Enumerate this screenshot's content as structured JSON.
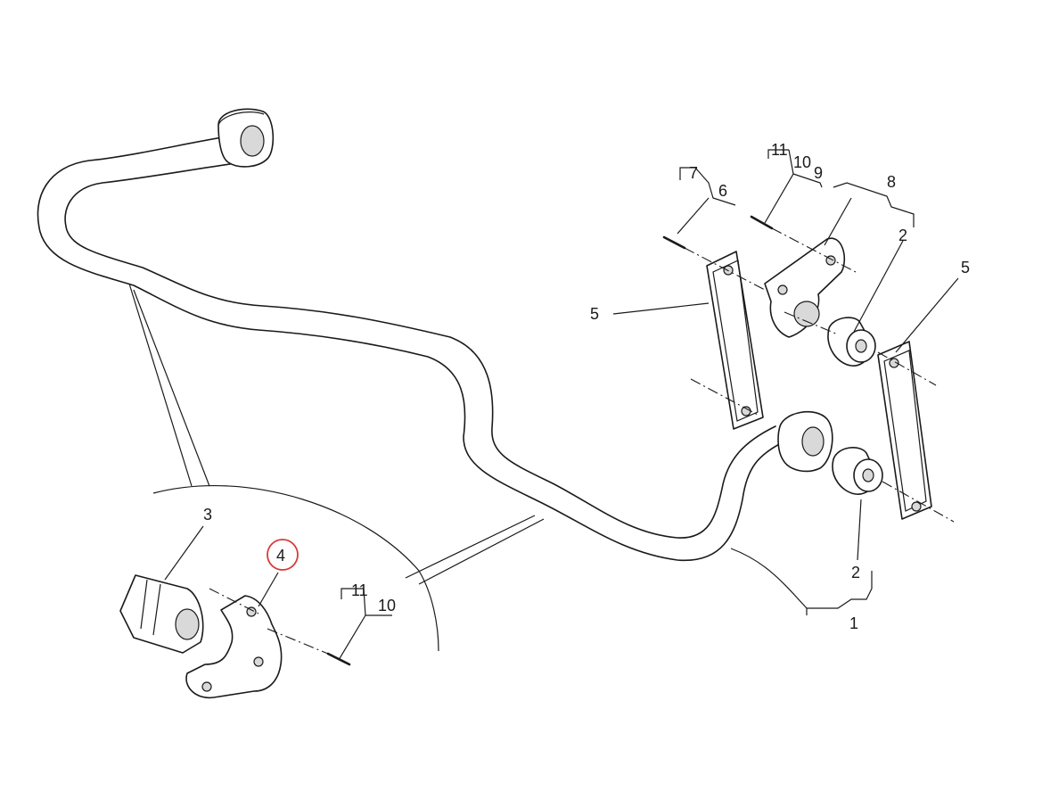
{
  "labels": {
    "l1": "1",
    "l2a": "2",
    "l2b": "2",
    "l3": "3",
    "l4": "4",
    "l5a": "5",
    "l5b": "5",
    "l6": "6",
    "l7": "7",
    "l8": "8",
    "l9": "9",
    "l10a": "10",
    "l10b": "10",
    "l11a": "11",
    "l11b": "11"
  },
  "highlight": {
    "item": "4",
    "color": "#d63b3b"
  },
  "colors": {
    "line": "#1a1a1a",
    "background": "#ffffff"
  }
}
